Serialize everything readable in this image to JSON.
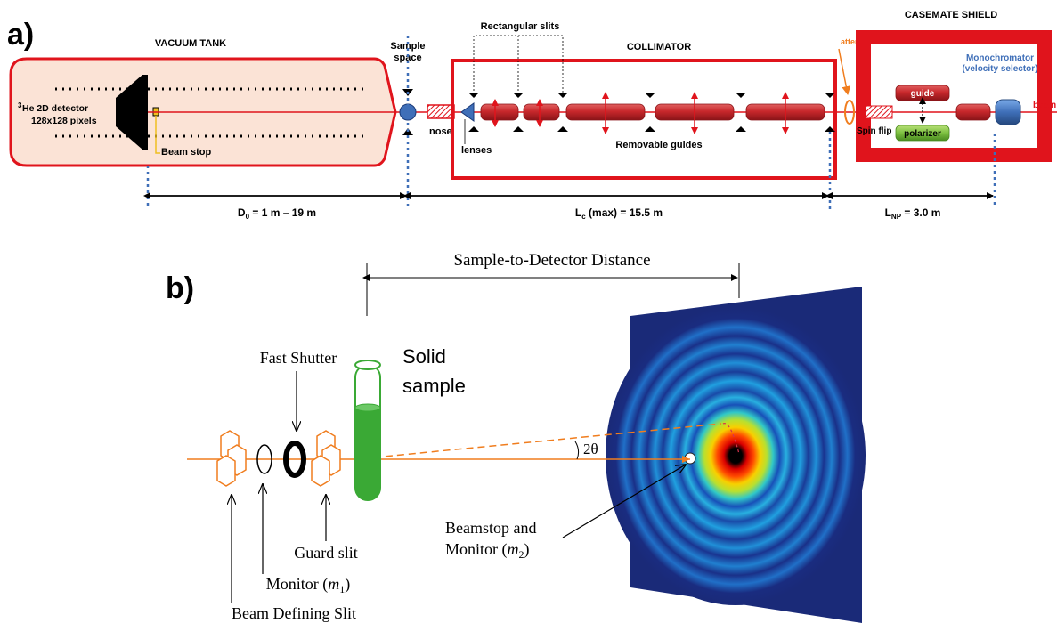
{
  "panel_a": {
    "label": "a)",
    "vacuum_tank": "VACUUM TANK",
    "detector_line1": "He 2D detector",
    "detector_sup": "3",
    "detector_line2": "128x128  pixels",
    "beam_stop": "Beam stop",
    "sample_space_1": "Sample",
    "sample_space_2": "space",
    "nose": "nose",
    "lenses": "lenses",
    "rect_slits": "Rectangular  slits",
    "collimator": "COLLIMATOR",
    "removable_guides": "Removable guides",
    "attenuator": "attenuator",
    "casemate": "CASEMATE  SHIELD",
    "mono_1": "Monochromator",
    "mono_2": "(velocity selector)",
    "guide": "guide",
    "polarizer": "polarizer",
    "spin_flip": "Spin flip",
    "beam": "beam",
    "d0_base": "D",
    "d0_sub": "0",
    "d0_rest": " = 1 m – 19 m",
    "lc_base": "L",
    "lc_sub": "c",
    "lc_rest": " (max) = 15.5 m",
    "lnp_base": "L",
    "lnp_sub": "NP",
    "lnp_rest": " = 3.0 m"
  },
  "panel_b": {
    "label": "b)",
    "sdd": "Sample-to-Detector Distance",
    "fast_shutter": "Fast Shutter",
    "solid_1": "Solid",
    "solid_2": "sample",
    "two_theta": "2θ",
    "beamstop_1": "Beamstop and",
    "beamstop_2_base": "Monitor (",
    "beamstop_2_m": "m",
    "beamstop_2_sub": "2",
    "beamstop_2_end": ")",
    "guard_slit": "Guard slit",
    "monitor1_base": "Monitor (",
    "monitor1_m": "m",
    "monitor1_sub": "1",
    "monitor1_end": ")",
    "beam_defining": "Beam Defining Slit"
  },
  "colors": {
    "tank_fill": "#fbe3d6",
    "red_outline": "#e0141c",
    "guide_red": "#c8282c",
    "orange": "#f07d1e",
    "green": "#3aa935",
    "blue_dotted": "#3f6fb8",
    "dark_blue": "#1a237e"
  }
}
